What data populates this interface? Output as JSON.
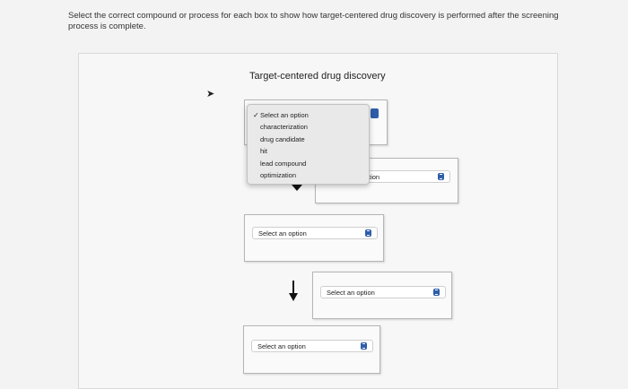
{
  "instructions": "Select the correct compound or process for each box to show how target-centered drug discovery is performed after the screening process is complete.",
  "panel": {
    "title": "Target-centered drug discovery"
  },
  "dropdown": {
    "selected": "Select an option",
    "options": [
      "characterization",
      "drug candidate",
      "hit",
      "lead compound",
      "optimization"
    ]
  },
  "boxes": {
    "box2_partial_text": "tion",
    "box3_value": "Select an option",
    "box4_value": "Select an option",
    "box5_value": "Select an option"
  },
  "icons": {
    "cursor": "arrow-cursor-icon",
    "select": "select-stepper-icon",
    "flow": "arrow-down-icon"
  },
  "colors": {
    "accent": "#2e5ea8",
    "background": "#f3f3f3"
  }
}
